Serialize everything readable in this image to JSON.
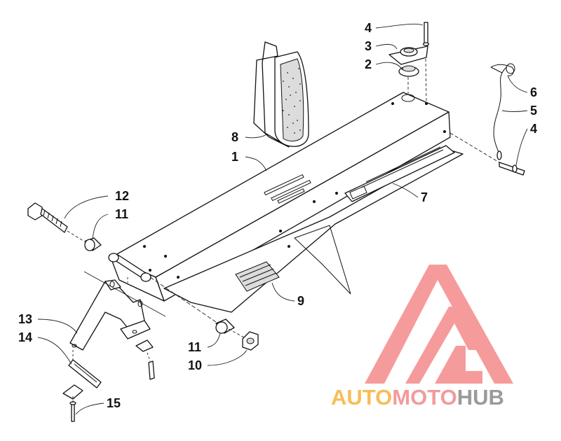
{
  "diagram": {
    "callouts": [
      {
        "id": "c4a",
        "label": "4"
      },
      {
        "id": "c3",
        "label": "3"
      },
      {
        "id": "c2",
        "label": "2"
      },
      {
        "id": "c6",
        "label": "6"
      },
      {
        "id": "c5",
        "label": "5"
      },
      {
        "id": "c4b",
        "label": "4"
      },
      {
        "id": "c8",
        "label": "8"
      },
      {
        "id": "c1",
        "label": "1"
      },
      {
        "id": "c7",
        "label": "7"
      },
      {
        "id": "c12",
        "label": "12"
      },
      {
        "id": "c11a",
        "label": "11"
      },
      {
        "id": "c9",
        "label": "9"
      },
      {
        "id": "c13",
        "label": "13"
      },
      {
        "id": "c14",
        "label": "14"
      },
      {
        "id": "c11b",
        "label": "11"
      },
      {
        "id": "c10",
        "label": "10"
      },
      {
        "id": "c15",
        "label": "15"
      }
    ]
  },
  "watermark": {
    "part1": "AUTO",
    "part2": "MOTO",
    "part3": "HUB",
    "colors": {
      "auto": "#f5b33a",
      "moto": "#f08a8a",
      "hub": "#8a8a8a",
      "logo": "#f47a7a"
    }
  }
}
